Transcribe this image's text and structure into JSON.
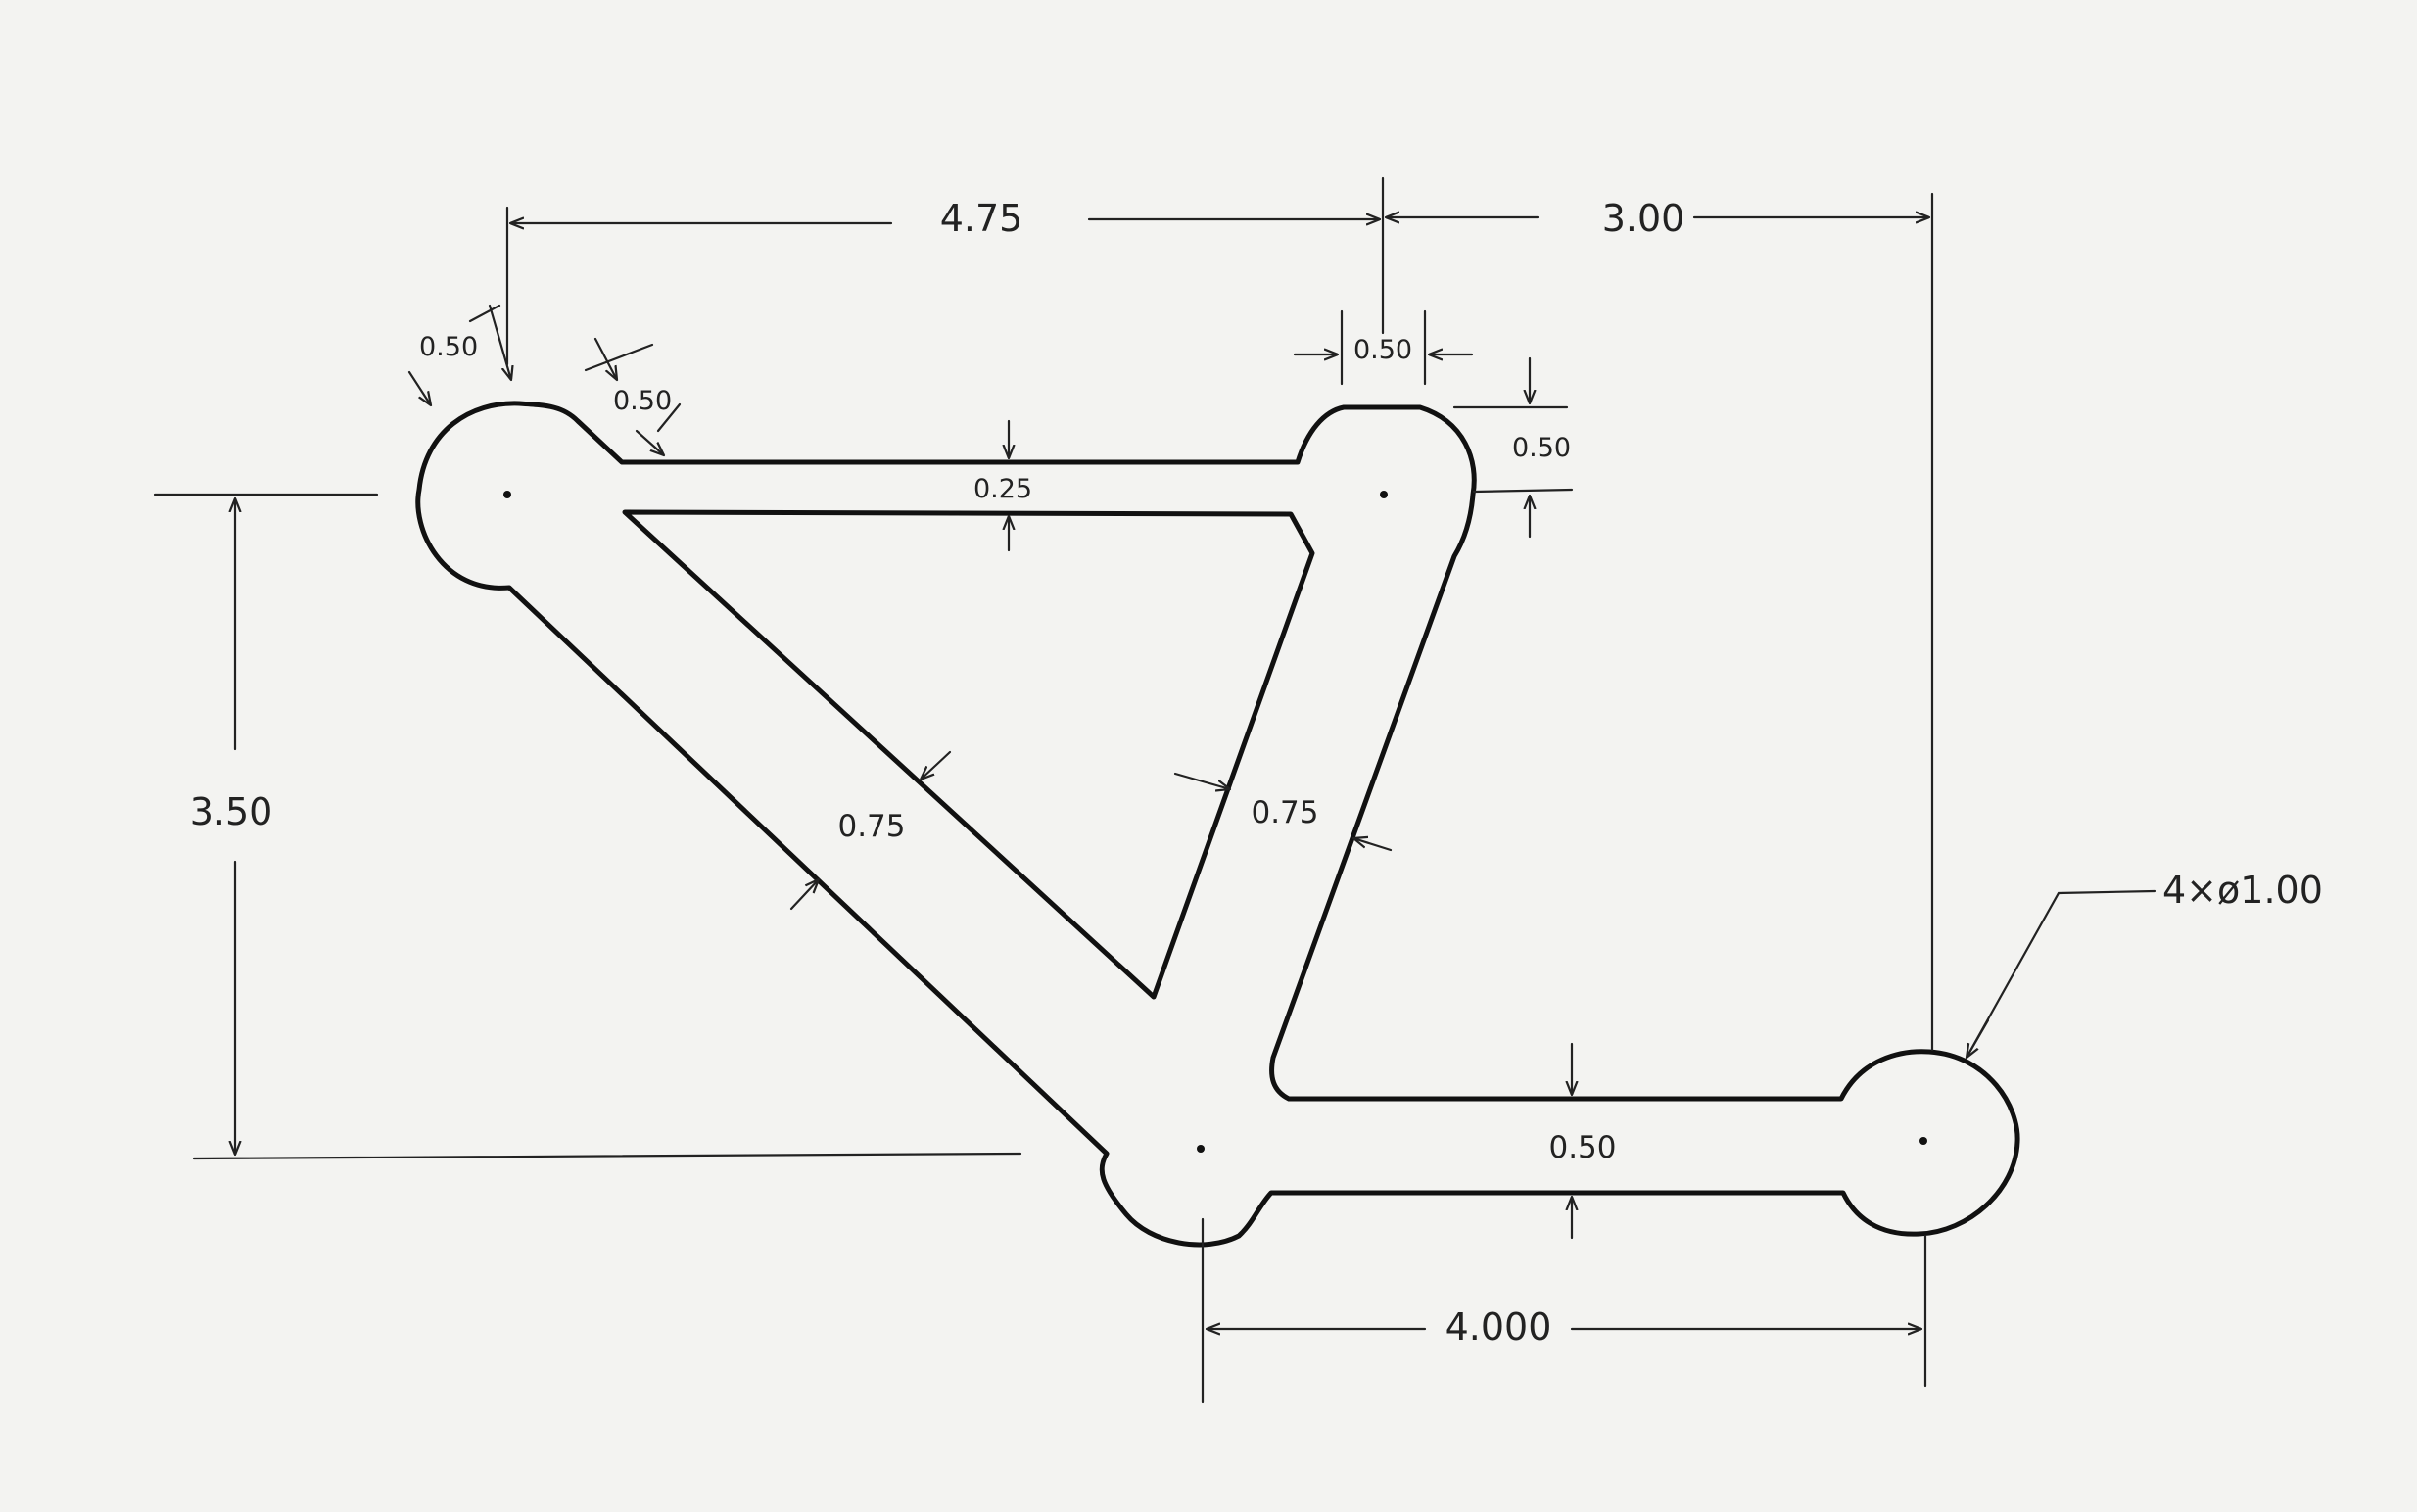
{
  "dimensions": {
    "top_left_span": "4.75",
    "top_right_span": "3.00",
    "left_height": "3.50",
    "bottom_span": "4.000",
    "hole_callout": "4×ø1.00",
    "left_boss_radius": "0.50",
    "left_neck": "0.50",
    "top_boss_width": "0.50",
    "top_boss_height": "0.50",
    "top_bar_thickness": "0.25",
    "diagonal_left": "0.75",
    "diagonal_right": "0.75",
    "bottom_bar_thickness": "0.50"
  },
  "colors": {
    "paper": "#f3f3f1",
    "ink": "#111111"
  }
}
